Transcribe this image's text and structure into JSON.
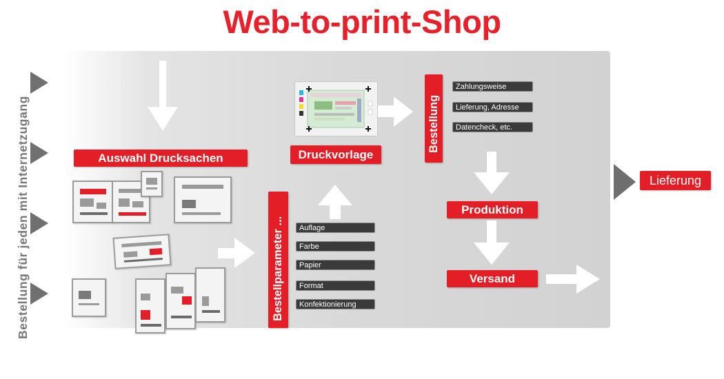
{
  "title": "Web-to-print-Shop",
  "side_label": "Bestellung für jeden mit Internetzugang",
  "labels": {
    "auswahl": "Auswahl Drucksachen",
    "druckvorlage": "Druckvorlage",
    "bestellparameter": "Bestellparameter ...",
    "bestellung": "Bestellung",
    "produktion": "Produktion",
    "versand": "Versand",
    "lieferung": "Lieferung"
  },
  "bestellparameter_items": [
    "Auflage",
    "Farbe",
    "Papier",
    "Format",
    "Konfektionierung"
  ],
  "bestellung_items": [
    "Zahlungsweise",
    "Lieferung, Adresse",
    "Datencheck, etc."
  ],
  "colors": {
    "accent": "#e31e26",
    "panel": "#d9d9d9",
    "arrow": "#ffffff",
    "side_arrow": "#707070",
    "tag": "#3a3a3a"
  }
}
